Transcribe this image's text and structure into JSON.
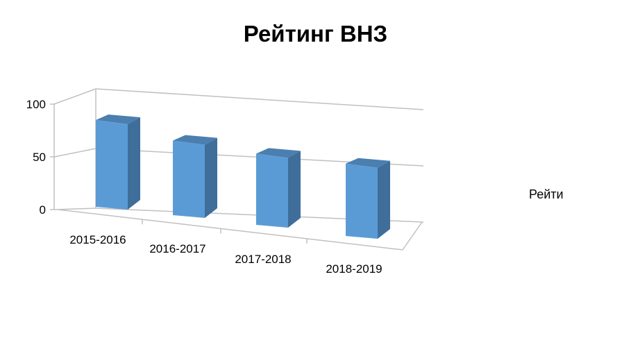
{
  "chart_data": {
    "type": "bar",
    "title": "Рейтинг ВНЗ",
    "categories": [
      "2015-2016",
      "2016-2017",
      "2017-2018",
      "2018-2019"
    ],
    "series": [
      {
        "name": "Рейти",
        "values": [
          77,
          66,
          63,
          64
        ]
      }
    ],
    "ylim": [
      0,
      100
    ],
    "yticks": [
      0,
      50,
      100
    ],
    "grid": true,
    "legend": "right",
    "colors": {
      "bar_front": "#5b9bd5",
      "bar_side": "#3f6e9a",
      "bar_top": "#4a7fb0",
      "grid": "#c0c0c0"
    }
  }
}
